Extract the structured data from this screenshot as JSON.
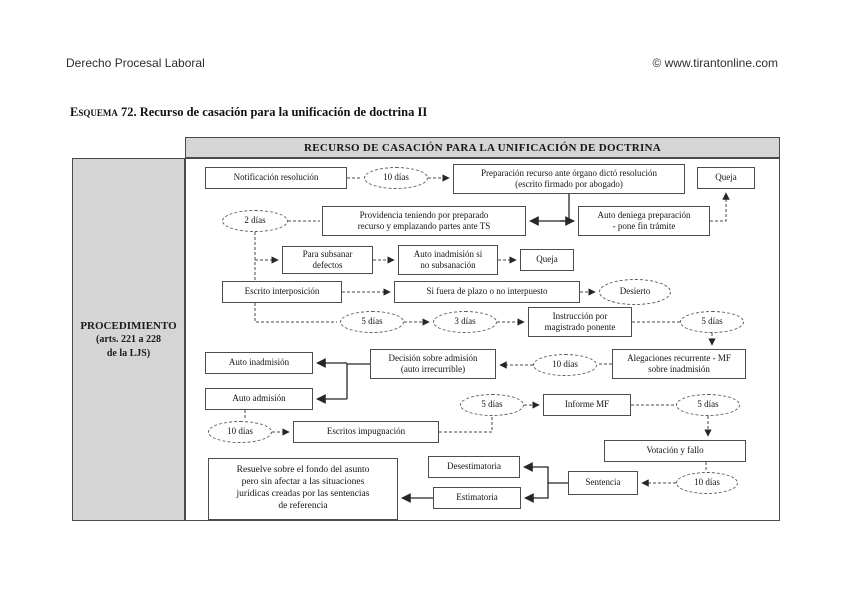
{
  "page": {
    "header_left": "Derecho Procesal Laboral",
    "header_right": "© www.tirantonline.com",
    "title_prefix": "Esquema 72.",
    "title_rest": " Recurso de casación para la unificación de doctrina II"
  },
  "diagram": {
    "banner": "RECURSO DE CASACIÓN PARA LA UNIFICACIÓN DE DOCTRINA",
    "sidebar": {
      "line1": "PROCEDIMIENTO",
      "line2": "(arts. 221 a 228",
      "line3": "de la LJS)"
    },
    "colors": {
      "fill_gray": "#d5d5d5",
      "border": "#4a4a4a",
      "ink": "#1b1b1b"
    },
    "nodes": {
      "notificacion": {
        "label": "Notificación resolución"
      },
      "dias10_a": {
        "label": "10 días"
      },
      "preparacion": {
        "line1": "Preparación recurso ante órgano dictó resolución",
        "line2": "(escrito firmado por abogado)"
      },
      "queja_a": {
        "label": "Queja"
      },
      "dias2": {
        "label": "2 días"
      },
      "providencia": {
        "line1": "Providencia teniendo por preparado",
        "line2": "recurso y emplazando partes ante TS"
      },
      "auto_deniega": {
        "line1": "Auto deniega preparación",
        "line2": "- pone fin trámite"
      },
      "para_subsanar": {
        "line1": "Para subsanar",
        "line2": "defectos"
      },
      "auto_inadmision_si": {
        "line1": "Auto inadmisión si",
        "line2": "no subsanación"
      },
      "queja_b": {
        "label": "Queja"
      },
      "escrito_interposicion": {
        "label": "Escrito interposición"
      },
      "si_fuera": {
        "label": "Si fuera de plazo o no interpuesto"
      },
      "desierto": {
        "label": "Desierto"
      },
      "dias5_a": {
        "label": "5 días"
      },
      "dias3": {
        "label": "3 días"
      },
      "instruccion": {
        "line1": "Instrucción por",
        "line2": "magistrado ponente"
      },
      "dias5_b": {
        "label": "5 días"
      },
      "auto_inadmision": {
        "label": "Auto inadmisión"
      },
      "decision": {
        "line1": "Decisión sobre admisión",
        "line2": "(auto irrecurrible)"
      },
      "dias10_b": {
        "label": "10 días"
      },
      "alegaciones": {
        "line1": "Alegaciones recurrente - MF",
        "line2": "sobre inadmisión"
      },
      "auto_admision": {
        "label": "Auto admisión"
      },
      "dias5_c": {
        "label": "5 días"
      },
      "informe_mf": {
        "label": "Informe MF"
      },
      "dias5_d": {
        "label": "5 días"
      },
      "dias10_c": {
        "label": "10 días"
      },
      "escritos_impugnacion": {
        "label": "Escritos impugnación"
      },
      "votacion": {
        "label": "Votación y fallo"
      },
      "desestimatoria": {
        "label": "Desestimatoria"
      },
      "sentencia": {
        "label": "Sentencia"
      },
      "dias10_d": {
        "label": "10 días"
      },
      "estimatoria": {
        "label": "Estimatoria"
      },
      "resuelve": {
        "line1": "Resuelve sobre el fondo del asunto",
        "line2": "pero sin afectar a las situaciones",
        "line3": "jurídicas creadas por las sentencias",
        "line4": "de referencia"
      }
    }
  }
}
